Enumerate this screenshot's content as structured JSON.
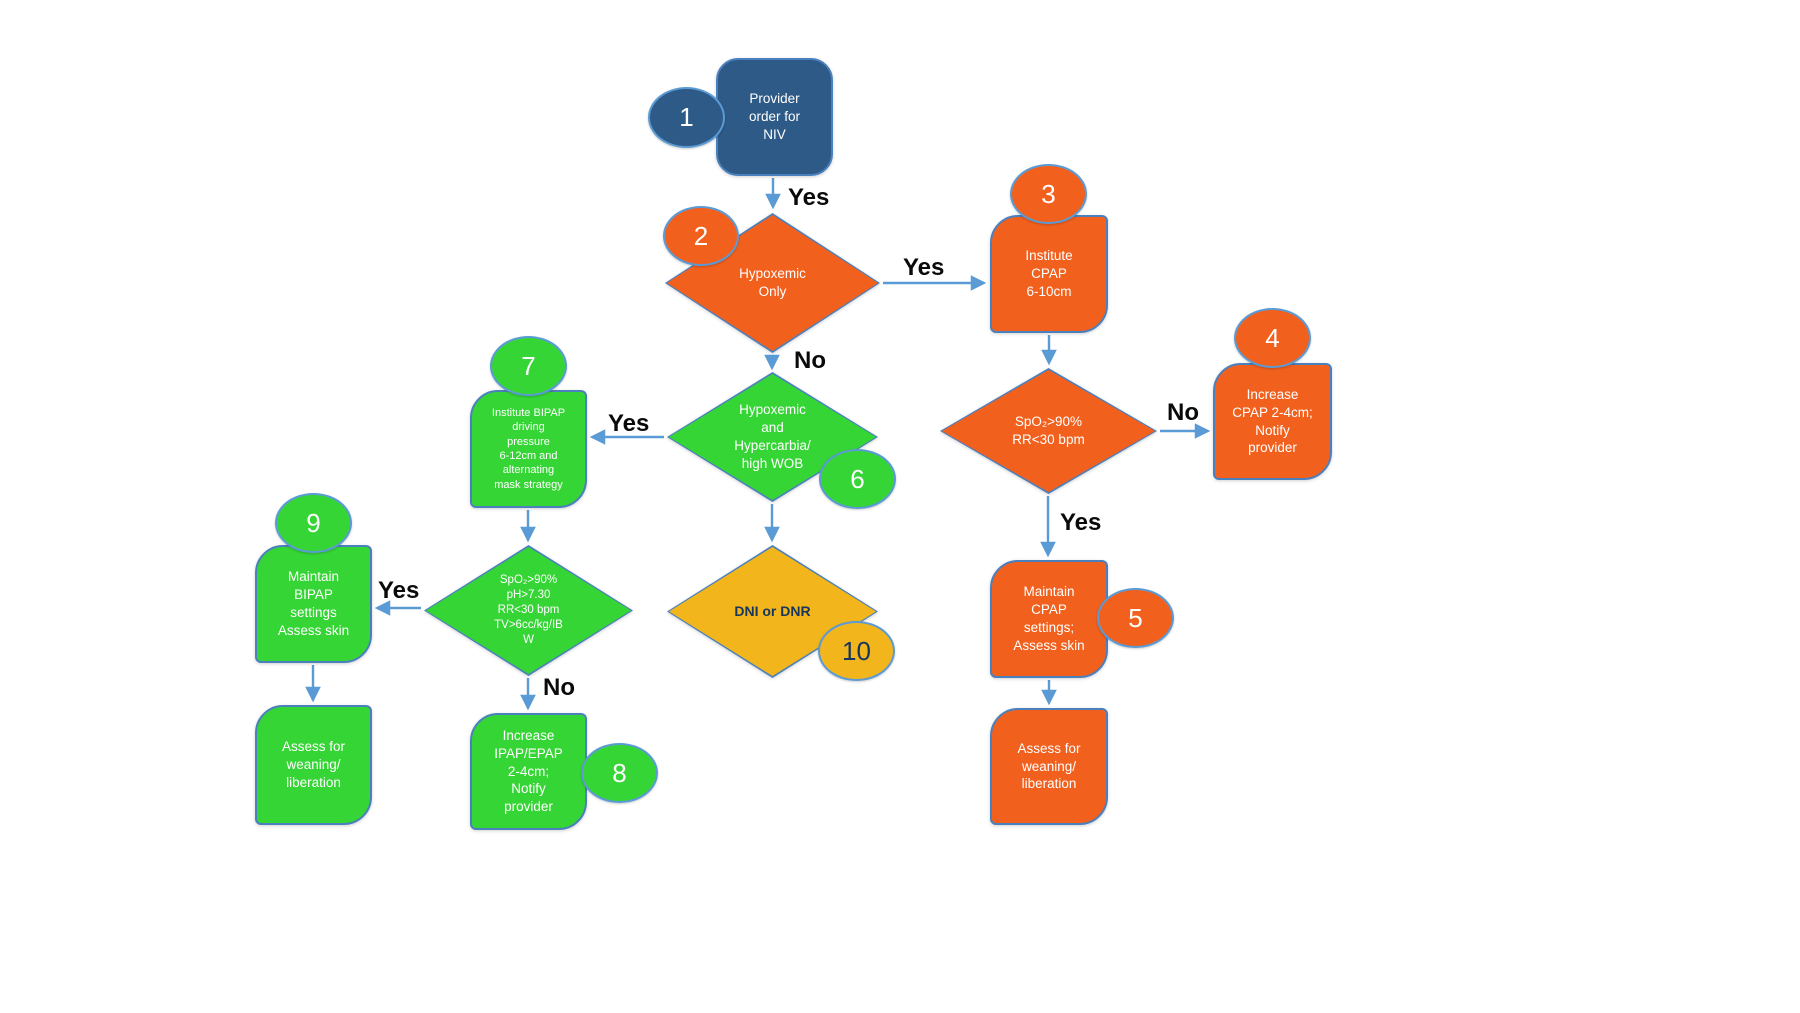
{
  "colors": {
    "blue": "#2e5a87",
    "orange": "#f2601e",
    "green": "#36d536",
    "yellow": "#f2b51b",
    "border": "#4a80bd",
    "arrow": "#5b9bd5",
    "navy": "#17365d"
  },
  "nodes": {
    "start": {
      "badge": "1",
      "label": "Provider\norder for\nNIV"
    },
    "hypoxemicOnly": {
      "badge": "2",
      "label": "Hypoxemic\nOnly"
    },
    "instituteCpap": {
      "badge": "3",
      "label": "Institute\nCPAP\n6-10cm"
    },
    "cpapCheck": {
      "label": "SpO₂>90%\nRR<30 bpm"
    },
    "increaseCpap": {
      "badge": "4",
      "label": "Increase\nCPAP 2-4cm;\nNotify\nprovider"
    },
    "maintainCpap": {
      "badge": "5",
      "label": "Maintain\nCPAP\nsettings;\nAssess skin"
    },
    "cpapWean": {
      "label": "Assess for\nweaning/\nliberation"
    },
    "hypoxHypercarbia": {
      "badge": "6",
      "label": "Hypoxemic\nand\nHypercarbia/\nhigh WOB"
    },
    "instituteBipap": {
      "badge": "7",
      "label": "Institute BIPAP\ndriving\npressure\n6-12cm and\nalternating\nmask strategy"
    },
    "bipapCheck": {
      "label": "SpO₂>90%\npH>7.30\nRR<30 bpm\nTV>6cc/kg/IB\nW"
    },
    "maintainBipap": {
      "badge": "9",
      "label": "Maintain\nBIPAP\nsettings\nAssess skin"
    },
    "bipapWean": {
      "label": "Assess for\nweaning/\nliberation"
    },
    "increaseIpap": {
      "badge": "8",
      "label": "Increase\nIPAP/EPAP\n2-4cm;\nNotify\nprovider"
    },
    "dniDnr": {
      "badge": "10",
      "label": "DNI or DNR"
    }
  },
  "edges": {
    "start_hypoxemic": "Yes",
    "hypoxemic_cpap": "Yes",
    "cpapcheck_increase": "No",
    "cpapcheck_maintain": "Yes",
    "hypoxemic_hypercarbia": "No",
    "hypercarbia_bipap": "Yes",
    "bipapcheck_maintain": "Yes",
    "bipapcheck_increase": "No"
  }
}
